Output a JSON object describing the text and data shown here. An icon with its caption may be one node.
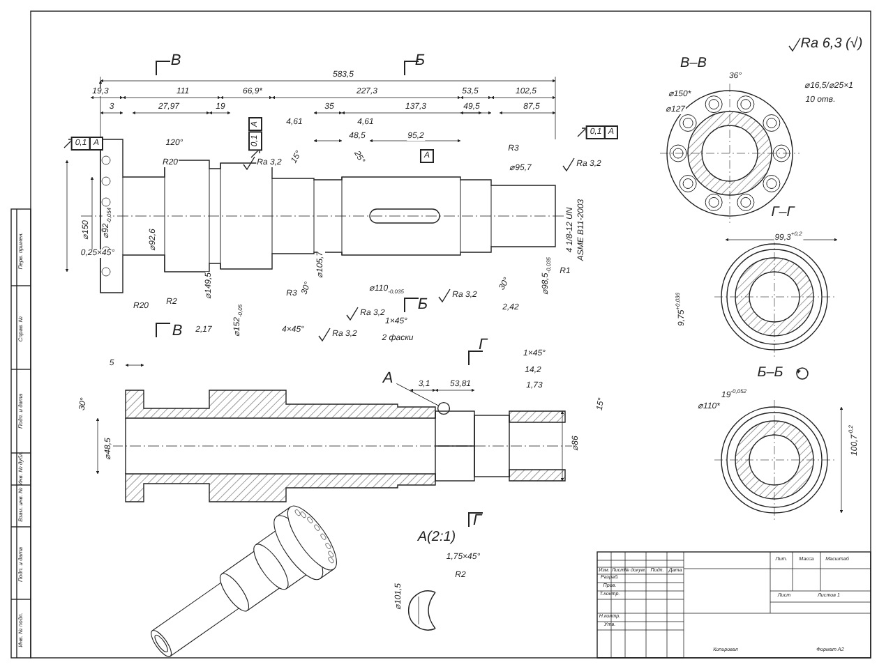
{
  "diagram": {
    "nodes": [
      {
        "text": [
          "А"
        ]
      },
      {
        "text": [],
        "shape": "circle"
      }
    ],
    "edges": [
      {
        "from": 0,
        "to": 1,
        "arrow": "none"
      }
    ],
    "labels": [
      "В",
      "Б",
      "Ra 6,3 (√)",
      "В–В",
      "583,5",
      "19,3",
      "111",
      "66,9*",
      "227,3",
      "53,5",
      "102,5",
      "3",
      "27,97",
      "19",
      "35",
      "137,3",
      "49,5",
      "87,5",
      "36°",
      "⌀150*",
      "⌀16,5/⌀25×1",
      "10 отв.",
      "⌀127",
      "4,61",
      "4,61",
      "0,1",
      "А",
      "0,1",
      "А",
      "48,5",
      "95,2",
      "0,1",
      "А",
      "120°",
      "R3",
      "R20",
      "Ra 3,2",
      "15°",
      "25°",
      "А",
      "⌀95,7",
      "Ra 3,2",
      "⌀150",
      "⌀92$_{-0,054}$",
      "4 1/8-12 UN",
      "ASME B11-2003",
      "⌀92,6",
      "0,25×45°",
      "R1",
      "⌀149,5",
      "30°",
      "R3",
      "⌀105,7",
      "⌀110$_{-0,035}$",
      "Б",
      "Ra 3,2",
      "30°",
      "⌀98,5$_{-0,035}$",
      "R20",
      "R2",
      "Ra 3,2",
      "2,42",
      "⌀152$_{-0,05}$",
      "1×45°",
      "В",
      "2,17",
      "4×45°",
      "Ra 3,2",
      "2 фаски",
      "Г–Г",
      "99,3$^{+0,2}$",
      "9,75$^{+0,036}$",
      "Г",
      "1×45°",
      "5",
      "14,2",
      "Б–Б",
      "3,1",
      "53,81",
      "1,73",
      "19$^{-0,052}$",
      "30°",
      "⌀110*",
      "15°",
      "⌀86",
      "⌀48,5",
      "100,7$^{-0,2}$",
      "Г",
      "А(2:1)",
      "1,75×45°",
      "R2",
      "⌀101,5",
      "Изм.",
      "Лист",
      "№ докум.",
      "Подп.",
      "Дата",
      "Разраб.",
      "Пров.",
      "Т.контр.",
      "Н.контр.",
      "Утв.",
      "Лит.",
      "Масса",
      "Масштаб",
      "Лист",
      "Листов 1",
      "Копировал",
      "Формат А2",
      "Перв. примен.",
      "Справ. №",
      "Подп. и дата",
      "Инв. № дубл.",
      "Взам. инв. №",
      "Подп. и дата",
      "Инв. № подл."
    ]
  }
}
